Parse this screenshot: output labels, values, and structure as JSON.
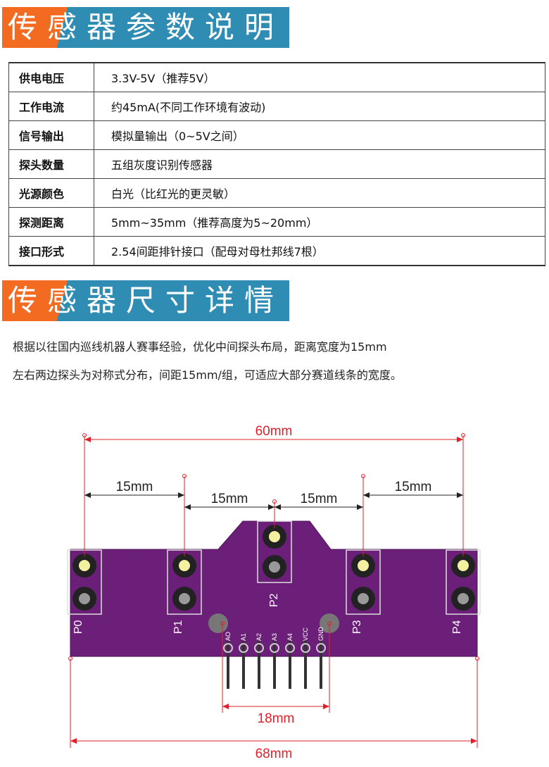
{
  "section1": {
    "title": "传感器参数说明"
  },
  "specs": [
    {
      "label": "供电电压",
      "value": "3.3V-5V（推荐5V）"
    },
    {
      "label": "工作电流",
      "value": "约45mA(不同工作环境有波动)"
    },
    {
      "label": "信号输出",
      "value": "模拟量输出（0~5V之间）"
    },
    {
      "label": "探头数量",
      "value": "五组灰度识别传感器"
    },
    {
      "label": "光源颜色",
      "value": "白光（比红光的更灵敏）"
    },
    {
      "label": "探测距离",
      "value": "5mm~35mm（推荐高度为5~20mm）"
    },
    {
      "label": "接口形式",
      "value": "2.54间距排针接口（配母对母杜邦线7根）"
    }
  ],
  "section2": {
    "title": "传感器尺寸详情",
    "line1": "根据以往国内巡线机器人赛事经验，优化中间探头布局，距离宽度为15mm",
    "line2": "左右两边探头为对称式分布，间距15mm/组，可适应大部分赛道线条的宽度。"
  },
  "diagram": {
    "dim_total_probe": "60mm",
    "dim_p0_p1": "15mm",
    "dim_p1_p2": "15mm",
    "dim_p2_p3": "15mm",
    "dim_p3_p4": "15mm",
    "dim_holes": "18mm",
    "dim_board": "68mm",
    "probes": [
      "P0",
      "P1",
      "P2",
      "P3",
      "P4"
    ],
    "pins": [
      "AO",
      "A1",
      "A2",
      "A3",
      "A4",
      "VCC",
      "GND"
    ],
    "colors": {
      "board": "#6b1f78",
      "dim": "#e0202a",
      "orange": "#f26b21",
      "blue": "#2f8db4"
    }
  }
}
